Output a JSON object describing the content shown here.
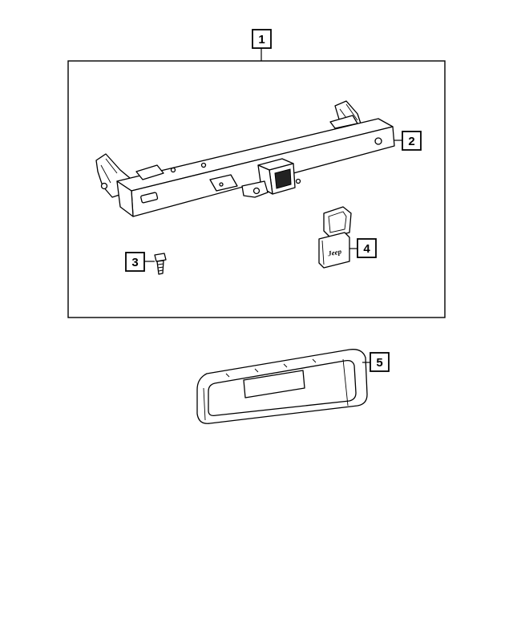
{
  "callouts": [
    {
      "id": "1",
      "label": "1"
    },
    {
      "id": "2",
      "label": "2"
    },
    {
      "id": "3",
      "label": "3"
    },
    {
      "id": "4",
      "label": "4"
    },
    {
      "id": "5",
      "label": "5"
    }
  ],
  "cap_logo": "Jeep"
}
